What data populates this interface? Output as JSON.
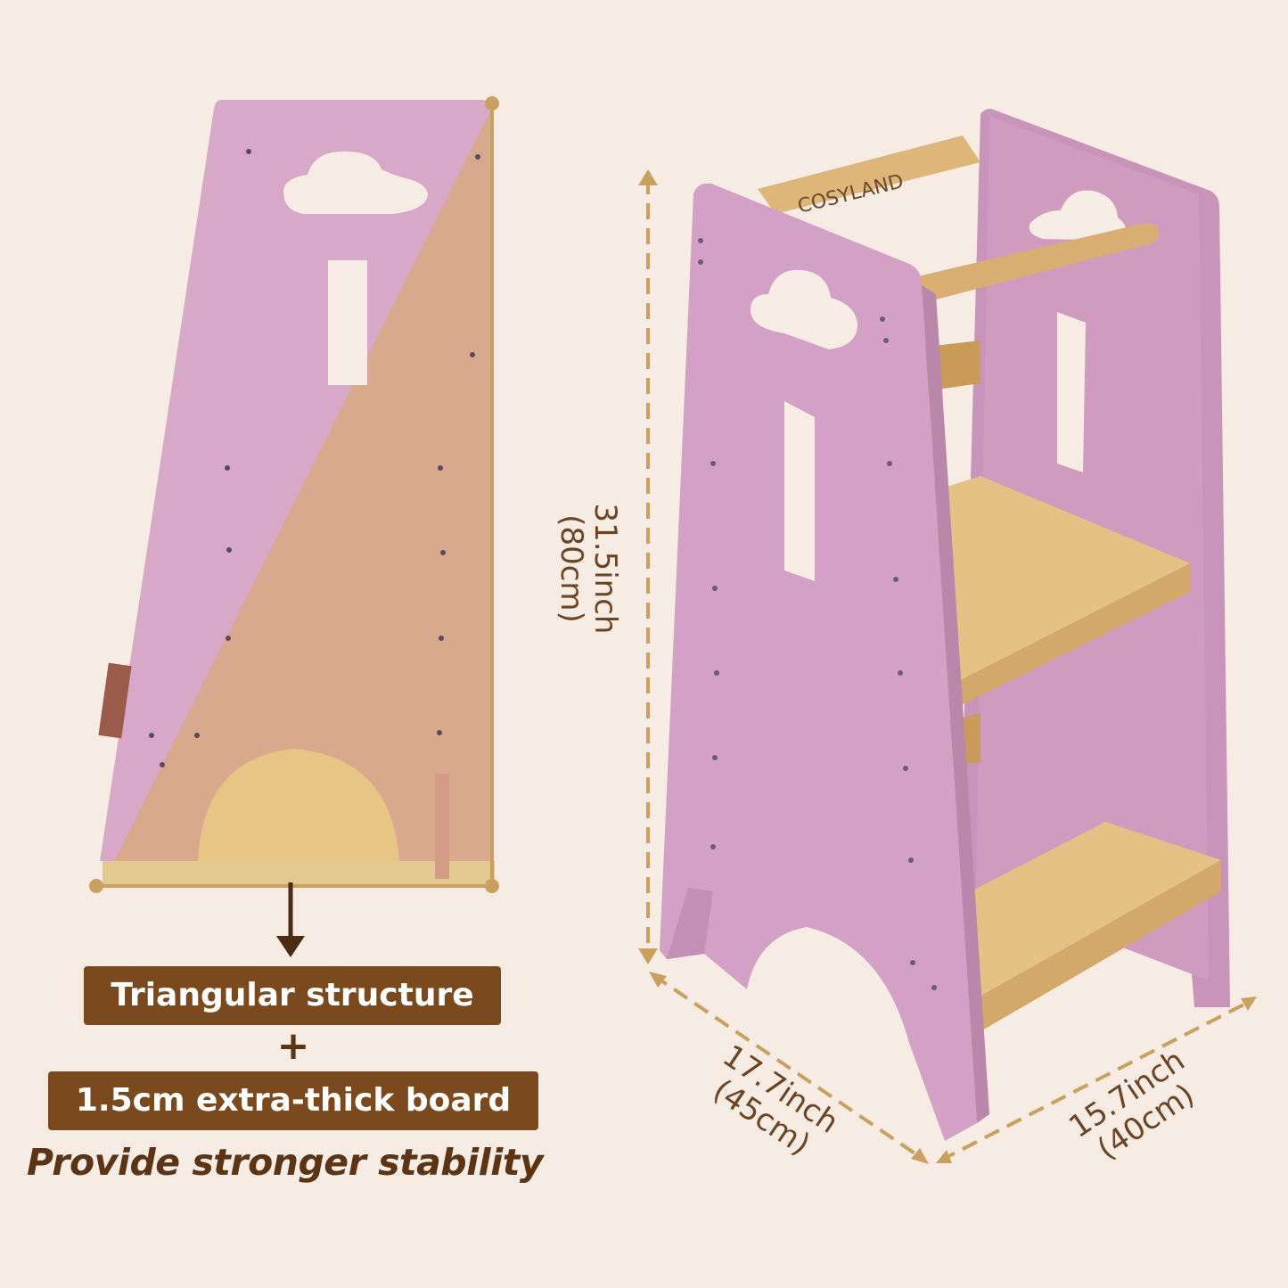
{
  "brand": "COSYLAND",
  "labels": {
    "structure": "Triangular structure",
    "plus": "+",
    "board": "1.5cm extra-thick board",
    "tagline": "Provide stronger stability"
  },
  "dimensions": {
    "height": {
      "inch": "31.5inch",
      "cm": "(80cm)"
    },
    "depth": {
      "inch": "17.7inch",
      "cm": "(45cm)"
    },
    "width": {
      "inch": "15.7inch",
      "cm": "(40cm)"
    }
  },
  "colors": {
    "background": "#f6ece3",
    "panel": "#d8a8c8",
    "wood": "#dcb57e",
    "label_box": "#7a4a1e",
    "dimension_line": "#c9a060"
  }
}
